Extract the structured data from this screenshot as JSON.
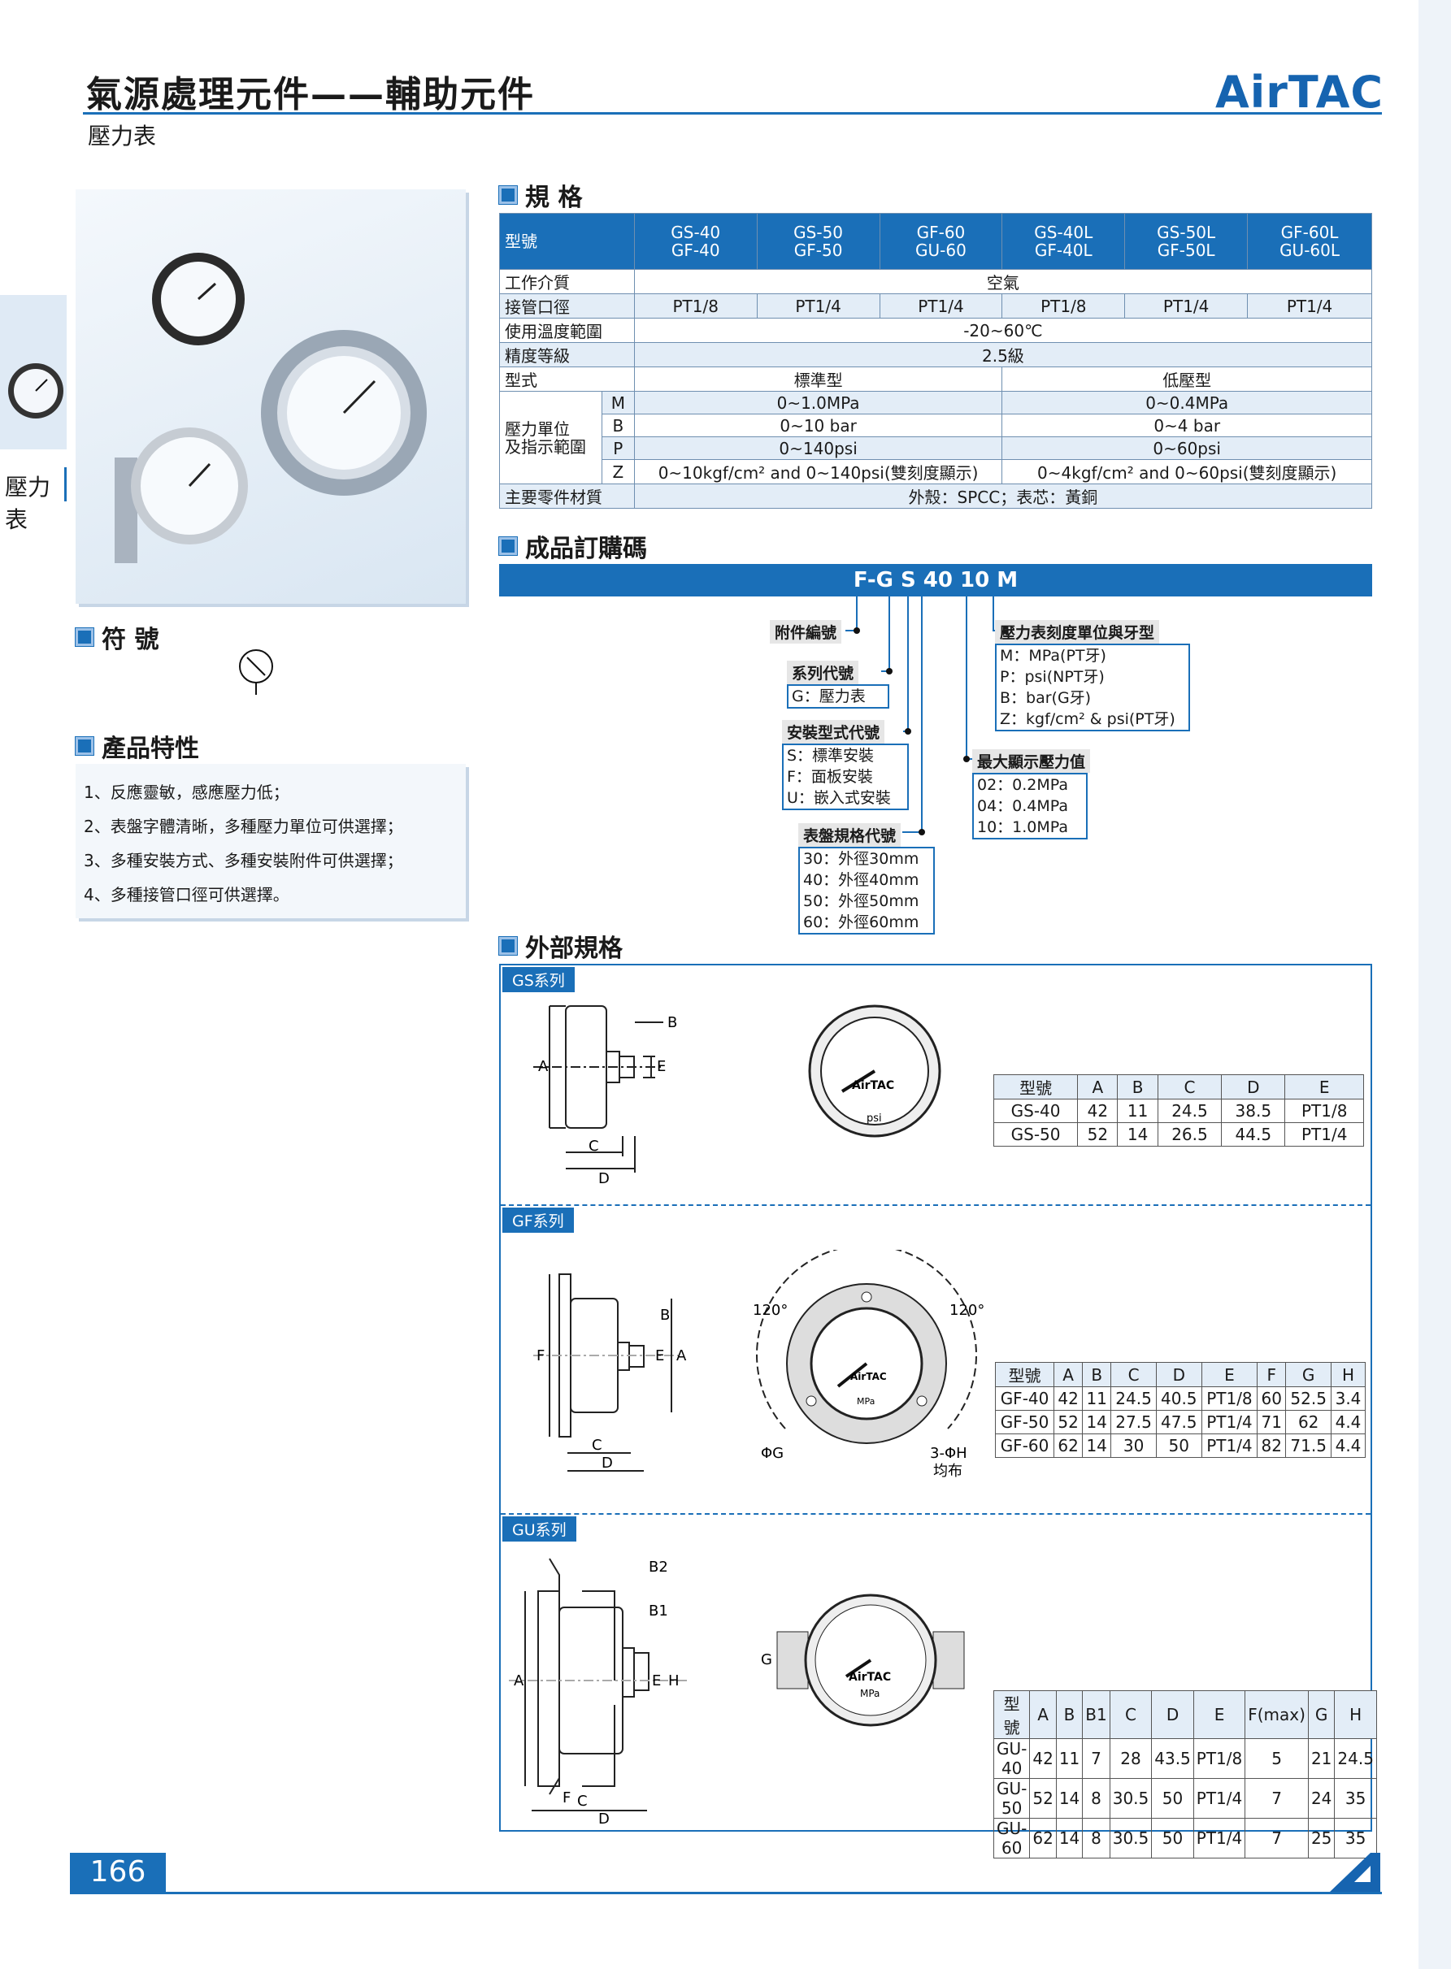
{
  "header": {
    "title": "氣源處理元件——輔助元件",
    "subtitle": "壓力表",
    "logo": "AirTAC"
  },
  "side_tab": {
    "label": "壓力表"
  },
  "sections": {
    "spec": "規 格",
    "order": "成品訂購碼",
    "symbol": "符 號",
    "features": "產品特性",
    "external": "外部規格"
  },
  "features": [
    "1、反應靈敏，感應壓力低；",
    "2、表盤字體清晰，多種壓力單位可供選擇；",
    "3、多種安裝方式、多種安裝附件可供選擇；",
    "4、多種接管口徑可供選擇。"
  ],
  "spec": {
    "model_label": "型號",
    "models": [
      [
        "GS-40",
        "GF-40"
      ],
      [
        "GS-50",
        "GF-50"
      ],
      [
        "GF-60",
        "GU-60"
      ],
      [
        "GS-40L",
        "GF-40L"
      ],
      [
        "GS-50L",
        "GF-50L"
      ],
      [
        "GF-60L",
        "GU-60L"
      ]
    ],
    "medium_label": "工作介質",
    "medium": "空氣",
    "port_label": "接管口徑",
    "ports": [
      "PT1/8",
      "PT1/4",
      "PT1/4",
      "PT1/8",
      "PT1/4",
      "PT1/4"
    ],
    "temp_label": "使用溫度範圍",
    "temp": "-20~60℃",
    "accuracy_label": "精度等級",
    "accuracy": "2.5級",
    "type_label": "型式",
    "type_std": "標準型",
    "type_low": "低壓型",
    "range_label_1": "壓力單位",
    "range_label_2": "及指示範圍",
    "ranges": [
      {
        "code": "M",
        "std": "0~1.0MPa",
        "low": "0~0.4MPa"
      },
      {
        "code": "B",
        "std": "0~10 bar",
        "low": "0~4 bar"
      },
      {
        "code": "P",
        "std": "0~140psi",
        "low": "0~60psi"
      },
      {
        "code": "Z",
        "std": "0~10kgf/cm² and 0~140psi(雙刻度顯示)",
        "low": "0~4kgf/cm² and 0~60psi(雙刻度顯示)"
      }
    ],
    "material_label": "主要零件材質",
    "material": "外殼：SPCC；表芯：黃銅"
  },
  "order": {
    "code": "F-G S 40 10 M",
    "accessory": "附件編號",
    "series_h": "系列代號",
    "series": [
      "G：壓力表"
    ],
    "mount_h": "安裝型式代號",
    "mount": [
      "S：標準安裝",
      "F：面板安裝",
      "U：嵌入式安裝"
    ],
    "dial_h": "表盤規格代號",
    "dial": [
      "30：外徑30mm",
      "40：外徑40mm",
      "50：外徑50mm",
      "60：外徑60mm"
    ],
    "unit_h": "壓力表刻度單位與牙型",
    "unit": [
      "M：MPa(PT牙)",
      "P：psi(NPT牙)",
      "B：bar(G牙)",
      "Z：kgf/cm² & psi(PT牙)"
    ],
    "max_h": "最大顯示壓力值",
    "max": [
      "02：0.2MPa",
      "04：0.4MPa",
      "10：1.0MPa"
    ]
  },
  "external": {
    "gs": {
      "tag": "GS系列",
      "head": [
        "型號",
        "A",
        "B",
        "C",
        "D",
        "E"
      ],
      "rows": [
        [
          "GS-40",
          "42",
          "11",
          "24.5",
          "38.5",
          "PT1/8"
        ],
        [
          "GS-50",
          "52",
          "14",
          "26.5",
          "44.5",
          "PT1/4"
        ]
      ]
    },
    "gf": {
      "tag": "GF系列",
      "head": [
        "型號",
        "A",
        "B",
        "C",
        "D",
        "E",
        "F",
        "G",
        "H"
      ],
      "rows": [
        [
          "GF-40",
          "42",
          "11",
          "24.5",
          "40.5",
          "PT1/8",
          "60",
          "52.5",
          "3.4"
        ],
        [
          "GF-50",
          "52",
          "14",
          "27.5",
          "47.5",
          "PT1/4",
          "71",
          "62",
          "4.4"
        ],
        [
          "GF-60",
          "62",
          "14",
          "30",
          "50",
          "PT1/4",
          "82",
          "71.5",
          "4.4"
        ]
      ],
      "angle": "120°",
      "hole": "3-ΦH",
      "hole2": "均布",
      "phig": "ΦG"
    },
    "gu": {
      "tag": "GU系列",
      "head": [
        "型號",
        "A",
        "B",
        "B1",
        "C",
        "D",
        "E",
        "F(max)",
        "G",
        "H"
      ],
      "rows": [
        [
          "GU-40",
          "42",
          "11",
          "7",
          "28",
          "43.5",
          "PT1/8",
          "5",
          "21",
          "24.5"
        ],
        [
          "GU-50",
          "52",
          "14",
          "8",
          "30.5",
          "50",
          "PT1/4",
          "7",
          "24",
          "35"
        ],
        [
          "GU-60",
          "62",
          "14",
          "8",
          "30.5",
          "50",
          "PT1/4",
          "7",
          "25",
          "35"
        ]
      ]
    },
    "dims": {
      "A": "A",
      "B": "B",
      "B1": "B1",
      "B2": "B2",
      "C": "C",
      "D": "D",
      "E": "E",
      "F": "F",
      "G": "G",
      "H": "H"
    },
    "dial_text": {
      "brand": "AirTAC",
      "psi": "psi",
      "mpa": "MPa"
    }
  },
  "page_number": "166"
}
